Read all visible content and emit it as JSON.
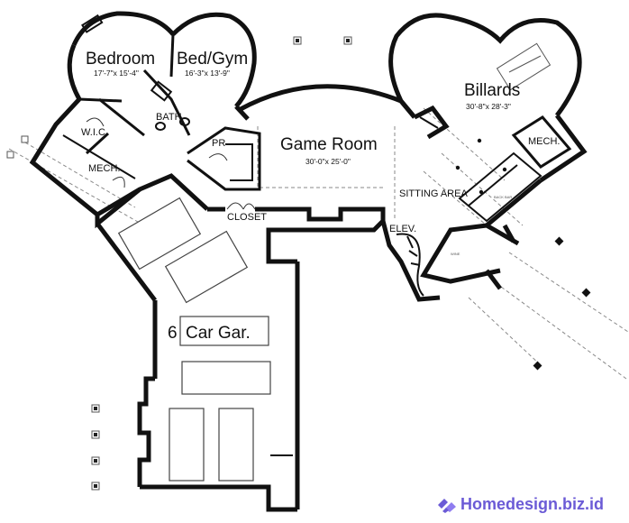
{
  "rooms": {
    "bedroom": {
      "name": "Bedroom",
      "dims": "17'-7\"x 15'-4\""
    },
    "bedgym": {
      "name": "Bed/Gym",
      "dims": "16'-3\"x 13'-9\""
    },
    "bath": {
      "name": "BATH"
    },
    "wic": {
      "name": "W.I.C."
    },
    "mech_left": {
      "name": "MECH."
    },
    "pr": {
      "name": "PR"
    },
    "game_room": {
      "name": "Game Room",
      "dims": "30'-0\"x 25'-0\""
    },
    "billiards": {
      "name": "Billards",
      "dims": "30'-8\"x 28'-3\""
    },
    "mech_right": {
      "name": "MECH."
    },
    "sitting_area": {
      "name": "SITTING AREA"
    },
    "closet": {
      "name": "CLOSET"
    },
    "elev": {
      "name": "ELEV."
    },
    "garage_num": {
      "name": "6"
    },
    "garage": {
      "name": "Car Gar."
    }
  },
  "small_labels": {
    "bar": "BACK BAR",
    "wine": "WINE"
  },
  "watermark": {
    "text": "Homedesign.biz.id",
    "color": "#6b5bd6"
  }
}
